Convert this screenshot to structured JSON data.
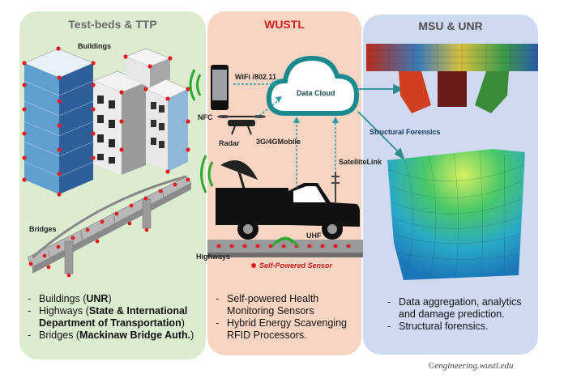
{
  "panels": {
    "left": {
      "title": "Test-beds & TTP",
      "label_buildings": "Buildings",
      "label_bridges": "Bridges",
      "bullets": [
        {
          "text": "Buildings (",
          "bold": "UNR",
          "tail": ")"
        },
        {
          "text": "Highways (",
          "bold": "State & International Department of Transportation",
          "tail": ")"
        },
        {
          "text": "Bridges (",
          "bold": "Mackinaw Bridge Auth.",
          "tail": ")"
        }
      ]
    },
    "middle": {
      "title": "WUSTL",
      "label_wifi": "WiFi /802.11",
      "label_cloud": "Data Cloud",
      "label_nfc": "NFC",
      "label_radar": "Radar",
      "label_mobile": "3G/4GMobile",
      "label_satellite": "SatelliteLink",
      "label_uhf": "UHF",
      "label_highways": "Highways",
      "label_sensor": "Self-Powered Sensor",
      "bullets": [
        "Self-powered Health Monitoring Sensors",
        "Hybrid Energy Scavenging RFID Processors."
      ]
    },
    "right": {
      "title": "MSU & UNR",
      "label_forensics": "Structural Forensics",
      "bullets": [
        "Data aggregation, analytics and damage prediction.",
        "Structural forensics."
      ]
    }
  },
  "credit": "©engineering.wustl.edu",
  "colors": {
    "left_bg": "#dcecd0",
    "mid_bg": "#f7d5c2",
    "right_bg": "#cfd9ef",
    "accent_red": "#cc2020",
    "cloud": "#1a8a8f",
    "wave": "#2fa82f"
  }
}
